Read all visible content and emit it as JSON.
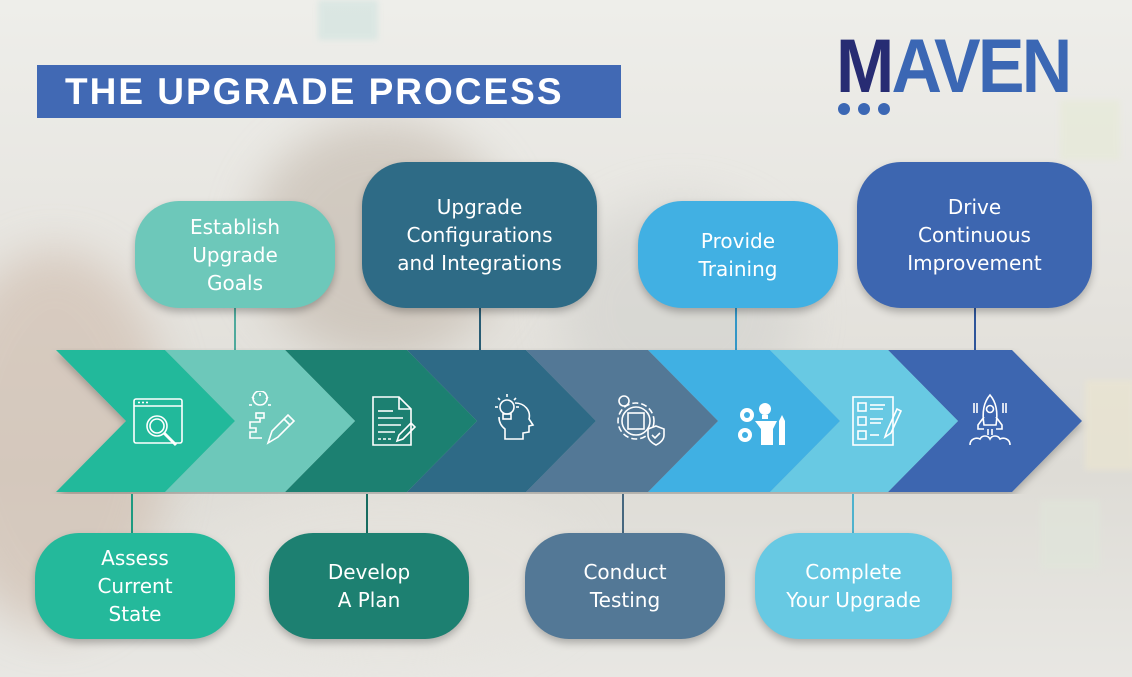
{
  "title": "THE UPGRADE PROCESS",
  "logo": {
    "first_letter": "M",
    "rest": "AVEN",
    "dots": 3
  },
  "colors": {
    "title_bg": "#4169b4",
    "logo_dark": "#272c73",
    "logo_blue": "#3b67b4"
  },
  "steps": [
    {
      "id": 1,
      "label": "Assess\nCurrent\nState",
      "position": "bottom",
      "color": "#24b99b",
      "icon": "browser-search-icon"
    },
    {
      "id": 2,
      "label": "Establish\nUpgrade\nGoals",
      "position": "top",
      "color": "#6dc8ba",
      "icon": "idea-pencil-icon"
    },
    {
      "id": 3,
      "label": "Develop\nA Plan",
      "position": "bottom",
      "color": "#1d8071",
      "icon": "document-edit-icon"
    },
    {
      "id": 4,
      "label": "Upgrade\nConfigurations\nand Integrations",
      "position": "top",
      "color": "#2e6b86",
      "icon": "head-idea-icon"
    },
    {
      "id": 5,
      "label": "Conduct\nTesting",
      "position": "bottom",
      "color": "#537896",
      "icon": "gear-shield-icon"
    },
    {
      "id": 6,
      "label": "Provide\nTraining",
      "position": "top",
      "color": "#41b0e3",
      "icon": "gears-tools-icon"
    },
    {
      "id": 7,
      "label": "Complete\nYour Upgrade",
      "position": "bottom",
      "color": "#67c9e3",
      "icon": "checklist-icon"
    },
    {
      "id": 8,
      "label": "Drive\nContinuous\nImprovement",
      "position": "top",
      "color": "#3d66b0",
      "icon": "rocket-launch-icon"
    }
  ]
}
